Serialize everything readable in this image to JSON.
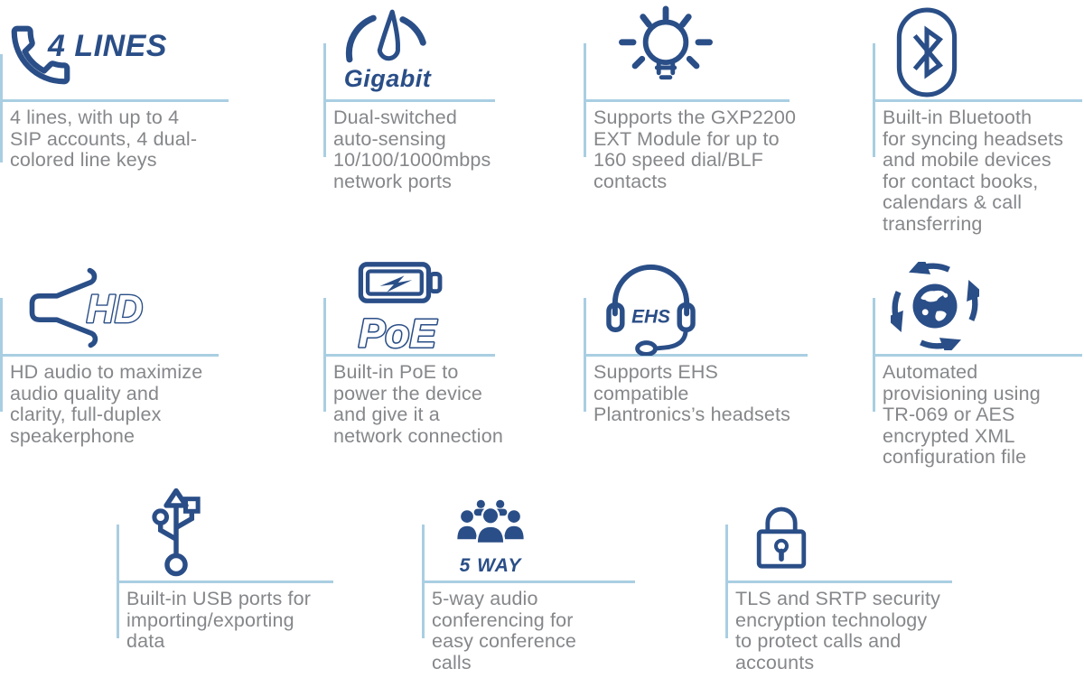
{
  "colors": {
    "icon_navy": "#2a4e87",
    "body_gray": "#85878a",
    "rule_blue": "#a9cee2"
  },
  "features": [
    {
      "name": "4-lines",
      "icon": "phone-handset",
      "title": "4 LINES",
      "description": "4 lines, with up to 4\nSIP accounts, 4 dual-\ncolored line keys"
    },
    {
      "name": "gigabit-network",
      "icon": "speedometer",
      "title": "Gigabit",
      "description": "Dual-switched\nauto-sensing\n10/100/1000mbps\nnetwork ports"
    },
    {
      "name": "ext-module",
      "icon": "light-bulb",
      "description": "Supports the GXP2200\nEXT Module for up to\n160 speed dial/BLF\ncontacts"
    },
    {
      "name": "bluetooth",
      "icon": "bluetooth",
      "description": "Built-in Bluetooth\nfor syncing headsets\nand mobile devices\nfor contact books,\ncalendars & call\ntransferring"
    },
    {
      "name": "hd-audio",
      "icon": "speaker",
      "icon_label": "HD",
      "description": "HD audio to maximize\naudio quality and\nclarity, full-duplex\nspeakerphone"
    },
    {
      "name": "poe",
      "icon": "battery-bolt",
      "title": "PoE",
      "description": "Built-in PoE to\npower the device\nand give it a\nnetwork connection"
    },
    {
      "name": "ehs-headsets",
      "icon": "headset",
      "icon_label": "EHS",
      "description": "Supports EHS\ncompatible\nPlantronics’s headsets"
    },
    {
      "name": "auto-provisioning",
      "icon": "globe-sync",
      "description": "Automated\nprovisioning using\nTR-069 or AES\nencrypted XML\nconfiguration file"
    },
    {
      "name": "usb-ports",
      "icon": "usb-connector",
      "description": "Built-in USB ports for\nimporting/exporting\ndata"
    },
    {
      "name": "5-way-conferencing",
      "icon": "people-group",
      "title": "5 WAY",
      "description": "5-way audio\nconferencing for\neasy conference\ncalls"
    },
    {
      "name": "tls-srtp-security",
      "icon": "padlock",
      "description": "TLS and SRTP security\nencryption technology\nto protect calls and\naccounts"
    }
  ]
}
